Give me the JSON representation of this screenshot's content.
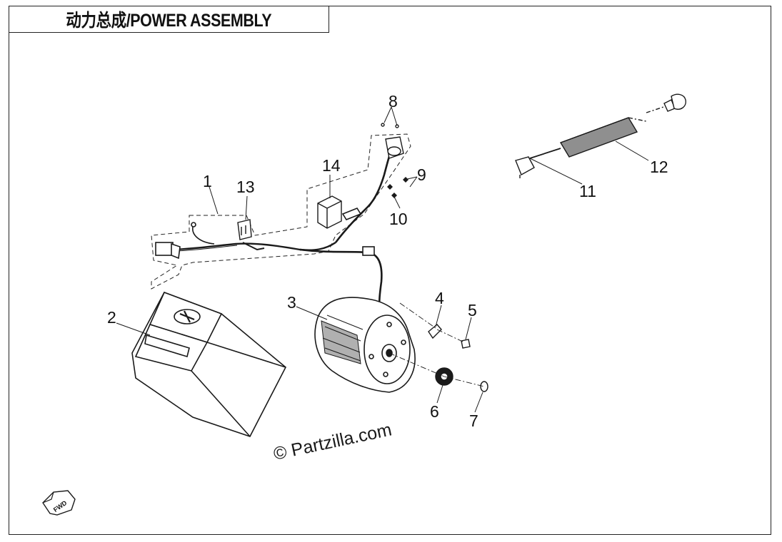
{
  "title": "动力总成/POWER ASSEMBLY",
  "watermark": "© Partzilla.com",
  "fwd_label": "FWD",
  "callouts": [
    "1",
    "2",
    "3",
    "4",
    "5",
    "6",
    "7",
    "8",
    "9",
    "10",
    "11",
    "12",
    "13",
    "14"
  ],
  "colors": {
    "line": "#1a1a1a",
    "shade": "#9a9a9a",
    "background": "#ffffff"
  }
}
